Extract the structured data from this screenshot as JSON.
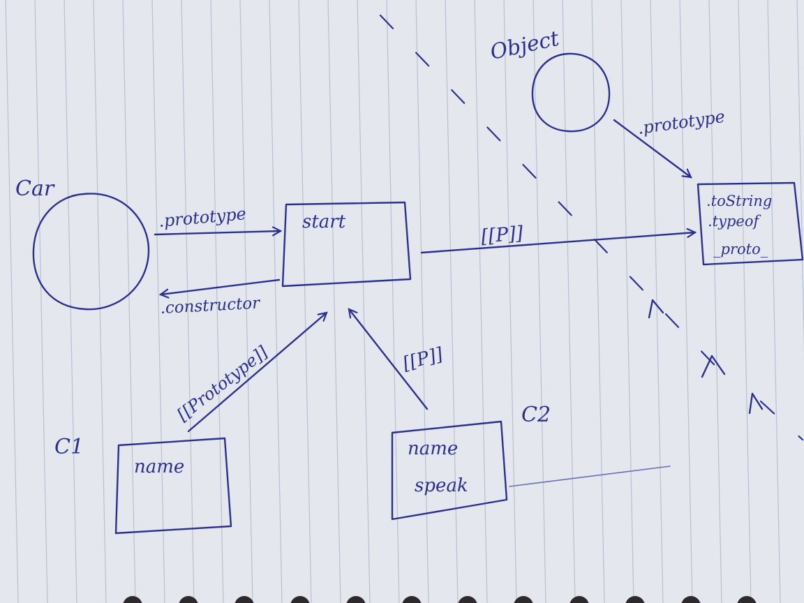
{
  "diagram": {
    "labels": {
      "car": "Car",
      "object": "Object",
      "c1": "C1",
      "c2": "C2"
    },
    "edges": {
      "car_prototype": ".prototype",
      "constructor": ".constructor",
      "start_to_object_proto": "[[P]]",
      "object_prototype": ".prototype",
      "c1_prototype": "[[Prototype]]",
      "c2_prototype": "[[P]]"
    },
    "boxes": {
      "start": {
        "lines": [
          "start"
        ]
      },
      "object_proto": {
        "lines": [
          ".toString",
          ".typeof",
          "_proto_"
        ]
      },
      "c1": {
        "lines": [
          "name"
        ]
      },
      "c2": {
        "lines": [
          "name",
          "speak"
        ]
      }
    }
  }
}
